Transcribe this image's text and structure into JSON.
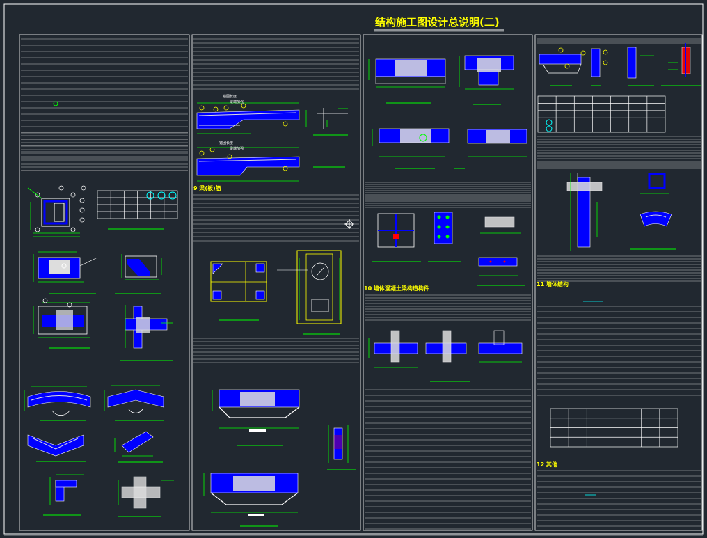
{
  "sheet": {
    "title": "结构施工图设计总说明(二)",
    "background": "#212830",
    "colors": {
      "frame": "#ffffff",
      "line": "#c8c8c8",
      "dimension": "#00ff00",
      "rebar": "#0000ff",
      "concrete": "#ffffff",
      "label": "#ffff00",
      "marker": "#00ffff",
      "highlight": "#ff0000"
    }
  },
  "sections": {
    "s9": "9 梁(板)筋",
    "s10": "10 墙体混凝土梁构造构件",
    "s11": "11 墙体结构",
    "s12": "12 其他"
  },
  "notes": {
    "beam_top_1": "锚固长度",
    "beam_top_2": "梁端加强",
    "beam_bot_1": "锚固长度",
    "beam_bot_2": "梁端加强"
  },
  "tables": {
    "table_a": {
      "rows": 4,
      "cols": 6
    },
    "table_b": {
      "rows": 5,
      "cols": 7
    },
    "table_c": {
      "rows": 4,
      "cols": 7
    }
  }
}
